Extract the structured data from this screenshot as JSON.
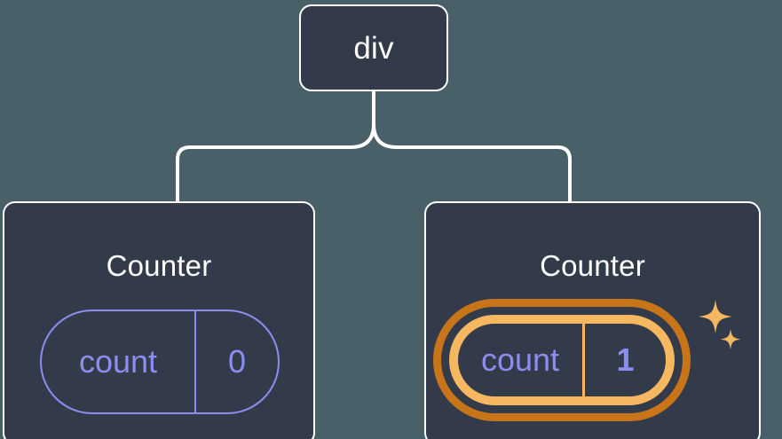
{
  "diagram": {
    "type": "component-tree",
    "background_color": "#4a6069",
    "node_fill_color": "#333b4a",
    "node_border_color": "#ffffff",
    "accent_color": "#8b8ef0",
    "highlight_outer_color": "#c8751a",
    "highlight_inner_color": "#f5b860",
    "root": {
      "label": "div"
    },
    "children": [
      {
        "title": "Counter",
        "state": {
          "key": "count",
          "value": "0"
        },
        "highlighted": false
      },
      {
        "title": "Counter",
        "state": {
          "key": "count",
          "value": "1"
        },
        "highlighted": true,
        "sparkle_icons": [
          "sparkle-large-icon",
          "sparkle-small-icon"
        ]
      }
    ]
  }
}
